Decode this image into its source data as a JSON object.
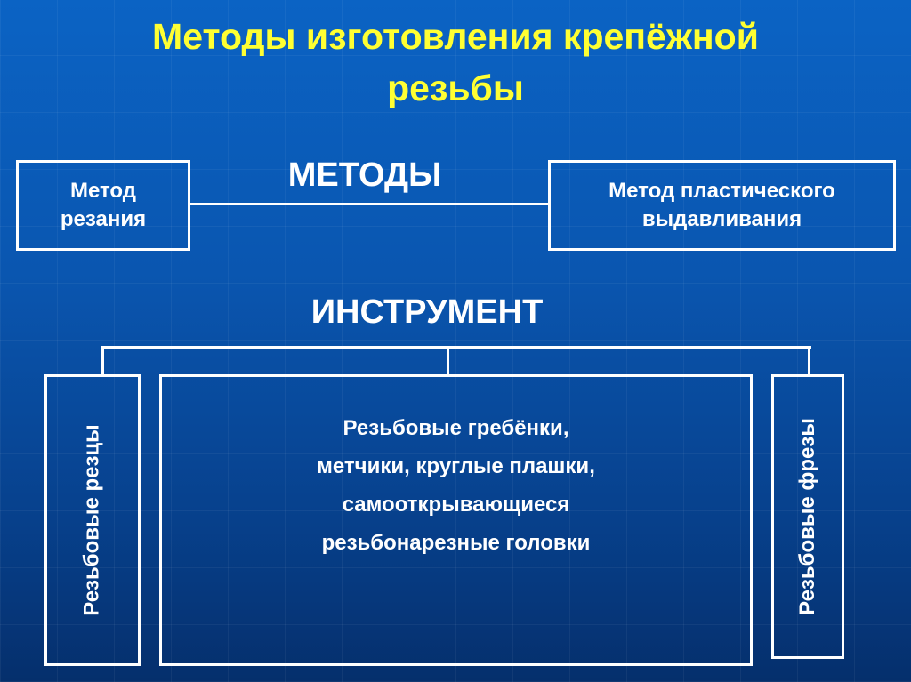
{
  "title": "Методы изготовления крепёжной резьбы",
  "methods": {
    "heading": "МЕТОДЫ",
    "left": "Метод резания",
    "right": "Метод пластического выдавливания"
  },
  "tools": {
    "heading": "ИНСТРУМЕНТ",
    "left": "Резьбовые резцы",
    "center": "Резьбовые гребёнки, метчики, круглые плашки, самооткрывающиеся резьбонарезные головки",
    "right": "Резьбовые фрезы"
  }
}
